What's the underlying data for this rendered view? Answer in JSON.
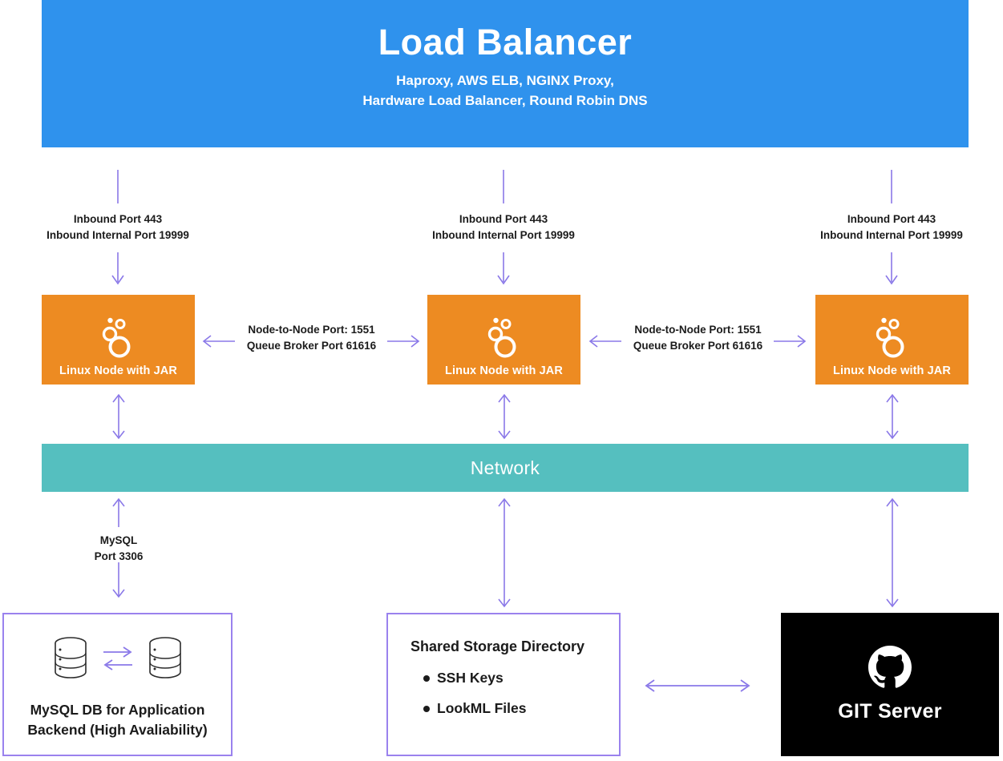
{
  "load_balancer": {
    "title": "Load Balancer",
    "subtitle_line1": "Haproxy, AWS ELB, NGINX Proxy,",
    "subtitle_line2": "Hardware Load Balancer, Round Robin DNS",
    "color": "#2f92ed"
  },
  "inbound": [
    {
      "line1": "Inbound Port 443",
      "line2": "Inbound Internal Port 19999"
    },
    {
      "line1": "Inbound Port 443",
      "line2": "Inbound Internal Port 19999"
    },
    {
      "line1": "Inbound Port 443",
      "line2": "Inbound Internal Port 19999"
    }
  ],
  "nodes": [
    {
      "label": "Linux Node with JAR",
      "icon": "looker-logo-icon",
      "color": "#ed8b22"
    },
    {
      "label": "Linux Node with JAR",
      "icon": "looker-logo-icon",
      "color": "#ed8b22"
    },
    {
      "label": "Linux Node with JAR",
      "icon": "looker-logo-icon",
      "color": "#ed8b22"
    }
  ],
  "node_links": [
    {
      "line1": "Node-to-Node Port: 1551",
      "line2": "Queue Broker Port 61616"
    },
    {
      "line1": "Node-to-Node Port: 1551",
      "line2": "Queue Broker Port 61616"
    }
  ],
  "network": {
    "label": "Network",
    "color": "#55bfbf"
  },
  "mysql_link": {
    "line1": "MySQL",
    "line2": "Port 3306"
  },
  "database": {
    "caption_line1": "MySQL DB for Application",
    "caption_line2": "Backend (High Avaliability)",
    "icon": "database-cylinder-icon",
    "border_color": "#9a82ee"
  },
  "shared_storage": {
    "title": "Shared Storage Directory",
    "items": [
      "SSH Keys",
      "LookML Files"
    ],
    "border_color": "#9a82ee"
  },
  "git_server": {
    "label": "GIT Server",
    "icon": "github-logo-icon",
    "background": "#000000"
  },
  "arrows": {
    "color": "#8a78e8"
  }
}
